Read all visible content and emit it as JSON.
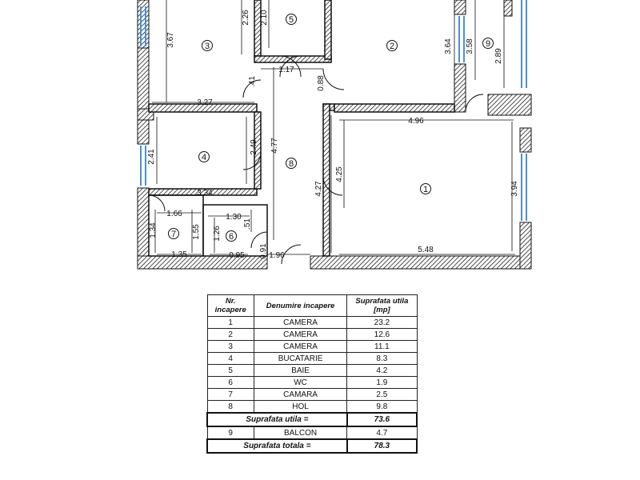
{
  "rooms": [
    {
      "num": "1",
      "name": "CAMERA",
      "area": "23.2"
    },
    {
      "num": "2",
      "name": "CAMERA",
      "area": "12.6"
    },
    {
      "num": "3",
      "name": "CAMERA",
      "area": "11.1"
    },
    {
      "num": "4",
      "name": "BUCATARIE",
      "area": "8.3"
    },
    {
      "num": "5",
      "name": "BAIE",
      "area": "4.2"
    },
    {
      "num": "6",
      "name": "WC",
      "area": "1.9"
    },
    {
      "num": "7",
      "name": "CAMARA",
      "area": "2.5"
    },
    {
      "num": "8",
      "name": "HOL",
      "area": "9.8"
    }
  ],
  "table": {
    "header": {
      "col1": "Nr. incapere",
      "col2": "Denumire incapere",
      "col3": "Suprafata utila [mp]"
    },
    "usable_label": "Suprafata utila =",
    "usable_value": "73.6",
    "balcony": {
      "num": "9",
      "name": "BALCON",
      "area": "4.7"
    },
    "total_label": "Suprafata totala =",
    "total_value": "78.3"
  },
  "plan": {
    "dimensions": {
      "d_3_67": "3.67",
      "d_2_26": "2.26",
      "d_2_10": "2.10",
      "d_3_64": "3.64",
      "d_3_58": "3.58",
      "d_2_89": "2.89",
      "d_1_17": "1.17",
      "d_41": ".41",
      "d_88": "0.88",
      "d_3_27": "3.27",
      "d_4_96": "4.96",
      "d_2_41": "2.41",
      "d_2_49": "2.49",
      "d_4_77": "4.77",
      "d_4_25": "4.25",
      "d_4_27": "4.27",
      "d_3_94": "3.94",
      "d_3_34": "3.34",
      "d_1_66": "1.66",
      "d_1_30": "1.30",
      "d_1_34": "1.34",
      "d_1_55": "1.55",
      "d_1_26": "1.26",
      "d_51": ".51",
      "d_1_35": "1.35",
      "d_0_95": "0.95",
      "d_0_91": "0.91",
      "d_1_96": "1.96",
      "d_5_48": "5.48"
    },
    "labels": {
      "r1": "1",
      "r2": "2",
      "r3": "3",
      "r4": "4",
      "r5": "5",
      "r6": "6",
      "r7": "7",
      "r8": "8",
      "r9": "9"
    }
  }
}
